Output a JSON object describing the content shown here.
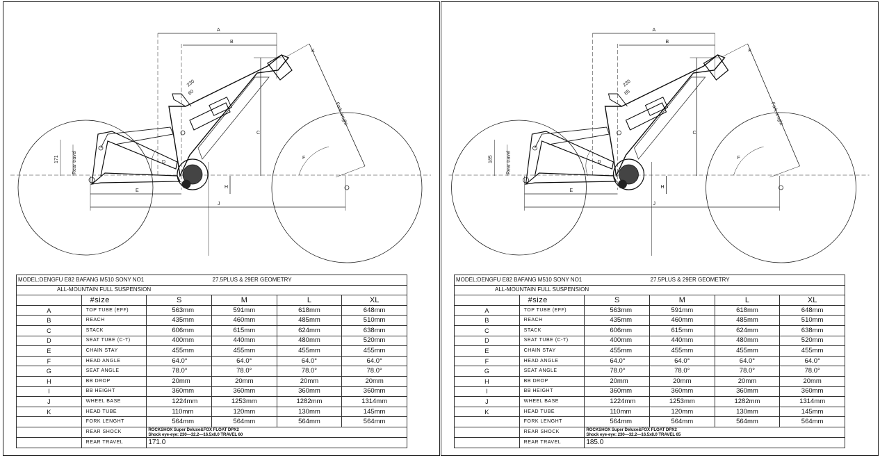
{
  "sheets": [
    {
      "model_label": "MODEL:DENGFU  E82  BAFANG  M510  SONY NO1",
      "geometry_label": "27.5PLUS & 29ER GEOMETRY",
      "category": "ALL-MOUNTAIN FULL SUSPENSION",
      "size_header": "#size",
      "sizes": [
        "S",
        "M",
        "L",
        "XL"
      ],
      "rows": [
        {
          "code": "A",
          "name": "TOP TUBE (EFF)",
          "values": [
            "563mm",
            "591mm",
            "618mm",
            "648mm"
          ]
        },
        {
          "code": "B",
          "name": "REACH",
          "values": [
            "435mm",
            "460mm",
            "485mm",
            "510mm"
          ]
        },
        {
          "code": "C",
          "name": "STACK",
          "values": [
            "606mm",
            "615mm",
            "624mm",
            "638mm"
          ]
        },
        {
          "code": "D",
          "name": "SEAT TUBE (C-T)",
          "values": [
            "400mm",
            "440mm",
            "480mm",
            "520mm"
          ]
        },
        {
          "code": "E",
          "name": "CHAIN STAY",
          "values": [
            "455mm",
            "455mm",
            "455mm",
            "455mm"
          ]
        },
        {
          "code": "F",
          "name": "HEAD ANGLE",
          "values": [
            "64.0°",
            "64.0°",
            "64.0°",
            "64.0°"
          ]
        },
        {
          "code": "G",
          "name": "SEAT ANGLE",
          "values": [
            "78.0°",
            "78.0°",
            "78.0°",
            "78.0°"
          ]
        },
        {
          "code": "H",
          "name": "BB DROP",
          "values": [
            "20mm",
            "20mm",
            "20mm",
            "20mm"
          ]
        },
        {
          "code": "I",
          "name": "BB HEIGHT",
          "values": [
            "360mm",
            "360mm",
            "360mm",
            "360mm"
          ]
        },
        {
          "code": "J",
          "name": "WHEEL BASE",
          "values": [
            "1224mm",
            "1253mm",
            "1282mm",
            "1314mm"
          ]
        },
        {
          "code": "K",
          "name": "HEAD TUBE",
          "values": [
            "110mm",
            "120mm",
            "130mm",
            "145mm"
          ]
        },
        {
          "code": "",
          "name": "FORK LENGHT",
          "values": [
            "564mm",
            "564mm",
            "564mm",
            "564mm"
          ]
        }
      ],
      "rear_shock_label": "REAR SHOCK",
      "rear_shock_line1": "ROCKSHOX  Super Deluxe&FOX  FLOAT  DPX2",
      "rear_shock_line2": "Shock  eye-eye: 230—32.2—16.5x8.0  TRAVEL  60",
      "rear_travel_label": "REAR TRAVEL",
      "rear_travel_value": "171.0",
      "drawing": {
        "labels": {
          "a": "A",
          "b": "B",
          "c": "C",
          "d": "D",
          "e": "E",
          "f": "F",
          "h": "H",
          "j": "J",
          "k": "K"
        },
        "eye_to_eye": "230",
        "shock_stroke": "60",
        "fork_length_label": "Fork lenght",
        "rear_travel_label": "Rear travel",
        "rear_travel_value": "171"
      }
    },
    {
      "model_label": "MODEL:DENGFU  E82  BAFANG  M510  SONY NO1",
      "geometry_label": "27.5PLUS & 29ER GEOMETRY",
      "category": "ALL-MOUNTAIN FULL SUSPENSION",
      "size_header": "#size",
      "sizes": [
        "S",
        "M",
        "L",
        "XL"
      ],
      "rows": [
        {
          "code": "A",
          "name": "TOP TUBE (EFF)",
          "values": [
            "563mm",
            "591mm",
            "618mm",
            "648mm"
          ]
        },
        {
          "code": "B",
          "name": "REACH",
          "values": [
            "435mm",
            "460mm",
            "485mm",
            "510mm"
          ]
        },
        {
          "code": "C",
          "name": "STACK",
          "values": [
            "606mm",
            "615mm",
            "624mm",
            "638mm"
          ]
        },
        {
          "code": "D",
          "name": "SEAT TUBE (C-T)",
          "values": [
            "400mm",
            "440mm",
            "480mm",
            "520mm"
          ]
        },
        {
          "code": "E",
          "name": "CHAIN STAY",
          "values": [
            "455mm",
            "455mm",
            "455mm",
            "455mm"
          ]
        },
        {
          "code": "F",
          "name": "HEAD ANGLE",
          "values": [
            "64.0°",
            "64.0°",
            "64.0°",
            "64.0°"
          ]
        },
        {
          "code": "G",
          "name": "SEAT ANGLE",
          "values": [
            "78.0°",
            "78.0°",
            "78.0°",
            "78.0°"
          ]
        },
        {
          "code": "H",
          "name": "BB DROP",
          "values": [
            "20mm",
            "20mm",
            "20mm",
            "20mm"
          ]
        },
        {
          "code": "I",
          "name": "BB HEIGHT",
          "values": [
            "360mm",
            "360mm",
            "360mm",
            "360mm"
          ]
        },
        {
          "code": "J",
          "name": "WHEEL BASE",
          "values": [
            "1224mm",
            "1253mm",
            "1282mm",
            "1314mm"
          ]
        },
        {
          "code": "K",
          "name": "HEAD TUBE",
          "values": [
            "110mm",
            "120mm",
            "130mm",
            "145mm"
          ]
        },
        {
          "code": "",
          "name": "FORK LENGHT",
          "values": [
            "564mm",
            "564mm",
            "564mm",
            "564mm"
          ]
        }
      ],
      "rear_shock_label": "REAR SHOCK",
      "rear_shock_line1": "ROCKSHOX  Super Deluxe&FOX  FLOAT  DPX2",
      "rear_shock_line2": "Shock  eye-eye: 230—32.2—16.5x8.0  TRAVEL  65",
      "rear_travel_label": "REAR TRAVEL",
      "rear_travel_value": "185.0",
      "drawing": {
        "labels": {
          "a": "A",
          "b": "B",
          "c": "C",
          "d": "D",
          "e": "E",
          "f": "F",
          "h": "H",
          "j": "J",
          "k": "K"
        },
        "eye_to_eye": "230",
        "shock_stroke": "65",
        "fork_length_label": "Fork lenght",
        "rear_travel_label": "Rear travel",
        "rear_travel_value": "185"
      }
    }
  ]
}
